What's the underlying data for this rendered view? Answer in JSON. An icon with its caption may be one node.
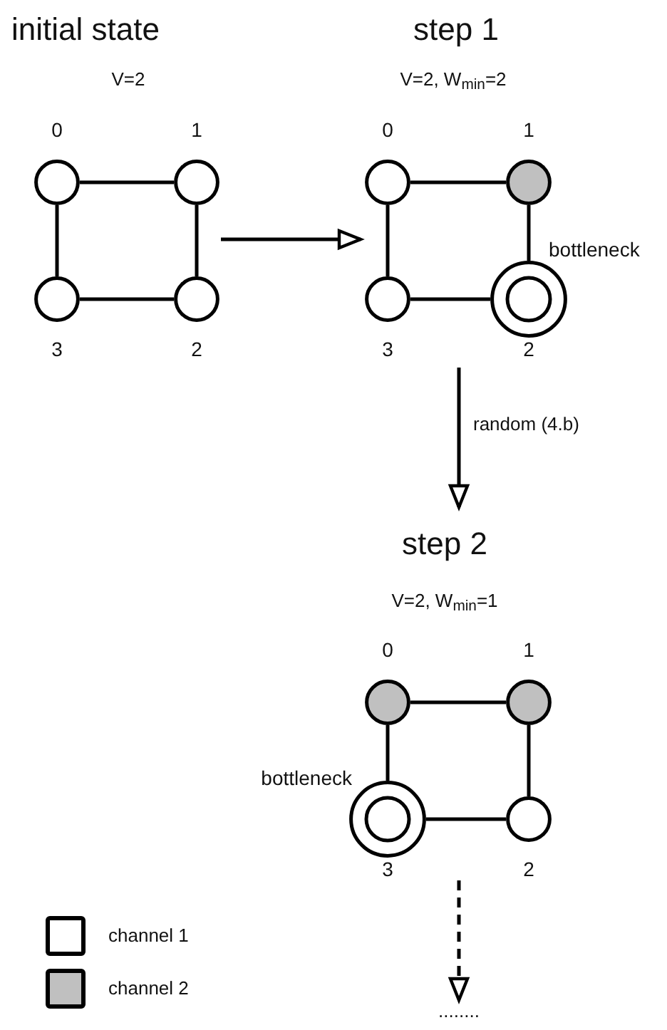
{
  "diagram": {
    "nodes": [
      {
        "text": [
          "initial state",
          "V=2"
        ]
      },
      {
        "text": [],
        "shape": "circle",
        "beside": [
          "0"
        ],
        "in": 0
      },
      {
        "text": [],
        "shape": "circle",
        "beside": [
          "1"
        ],
        "in": 0
      },
      {
        "text": [],
        "shape": "circle",
        "beside": [
          "3"
        ],
        "in": 0
      },
      {
        "text": [],
        "shape": "circle",
        "beside": [
          "2"
        ],
        "in": 0
      },
      {
        "text": [
          "step 1",
          "V=2, W$_{min}$=2"
        ]
      },
      {
        "text": [],
        "shape": "circle",
        "beside": [
          "0"
        ],
        "in": 5
      },
      {
        "text": [],
        "shape": "circle",
        "beside": [
          "1"
        ],
        "in": 5
      },
      {
        "text": [],
        "shape": "circle",
        "beside": [
          "3"
        ],
        "in": 5
      },
      {
        "text": [],
        "shape": "double-circle",
        "beside": [
          "bottleneck",
          "2"
        ],
        "in": 5
      },
      {
        "text": [
          "step 2",
          "V=2, W$_{min}$=1"
        ]
      },
      {
        "text": [],
        "shape": "circle",
        "beside": [
          "0"
        ],
        "in": 10
      },
      {
        "text": [],
        "shape": "circle",
        "beside": [
          "1"
        ],
        "in": 10
      },
      {
        "text": [],
        "shape": "double-circle",
        "beside": [
          "bottleneck",
          "3"
        ],
        "in": 10
      },
      {
        "text": [],
        "shape": "circle",
        "beside": [
          "2"
        ],
        "in": 10
      },
      {
        "text": [
          "........"
        ]
      }
    ],
    "edges": [
      {
        "from": 1,
        "to": 2,
        "arrow": "none"
      },
      {
        "from": 1,
        "to": 3,
        "arrow": "none"
      },
      {
        "from": 2,
        "to": 4,
        "arrow": "none"
      },
      {
        "from": 3,
        "to": 4,
        "arrow": "none"
      },
      {
        "from": 6,
        "to": 7,
        "arrow": "none"
      },
      {
        "from": 6,
        "to": 8,
        "arrow": "none"
      },
      {
        "from": 7,
        "to": 9,
        "arrow": "none"
      },
      {
        "from": 8,
        "to": 9,
        "arrow": "none"
      },
      {
        "from": 11,
        "to": 12,
        "arrow": "none"
      },
      {
        "from": 11,
        "to": 13,
        "arrow": "none"
      },
      {
        "from": 12,
        "to": 14,
        "arrow": "none"
      },
      {
        "from": 13,
        "to": 14,
        "arrow": "none"
      },
      {
        "from": 0,
        "to": 5,
        "arrow": "to"
      },
      {
        "from": 5,
        "to": 10,
        "arrow": "to",
        "label": "random (4.b)"
      },
      {
        "from": 10,
        "to": 15,
        "arrow": "to",
        "style": "dashed"
      }
    ],
    "legend": [
      {
        "text": "channel 1",
        "color": "#ffffff"
      },
      {
        "text": "channel 2",
        "color": "#c0c0c0"
      }
    ]
  }
}
